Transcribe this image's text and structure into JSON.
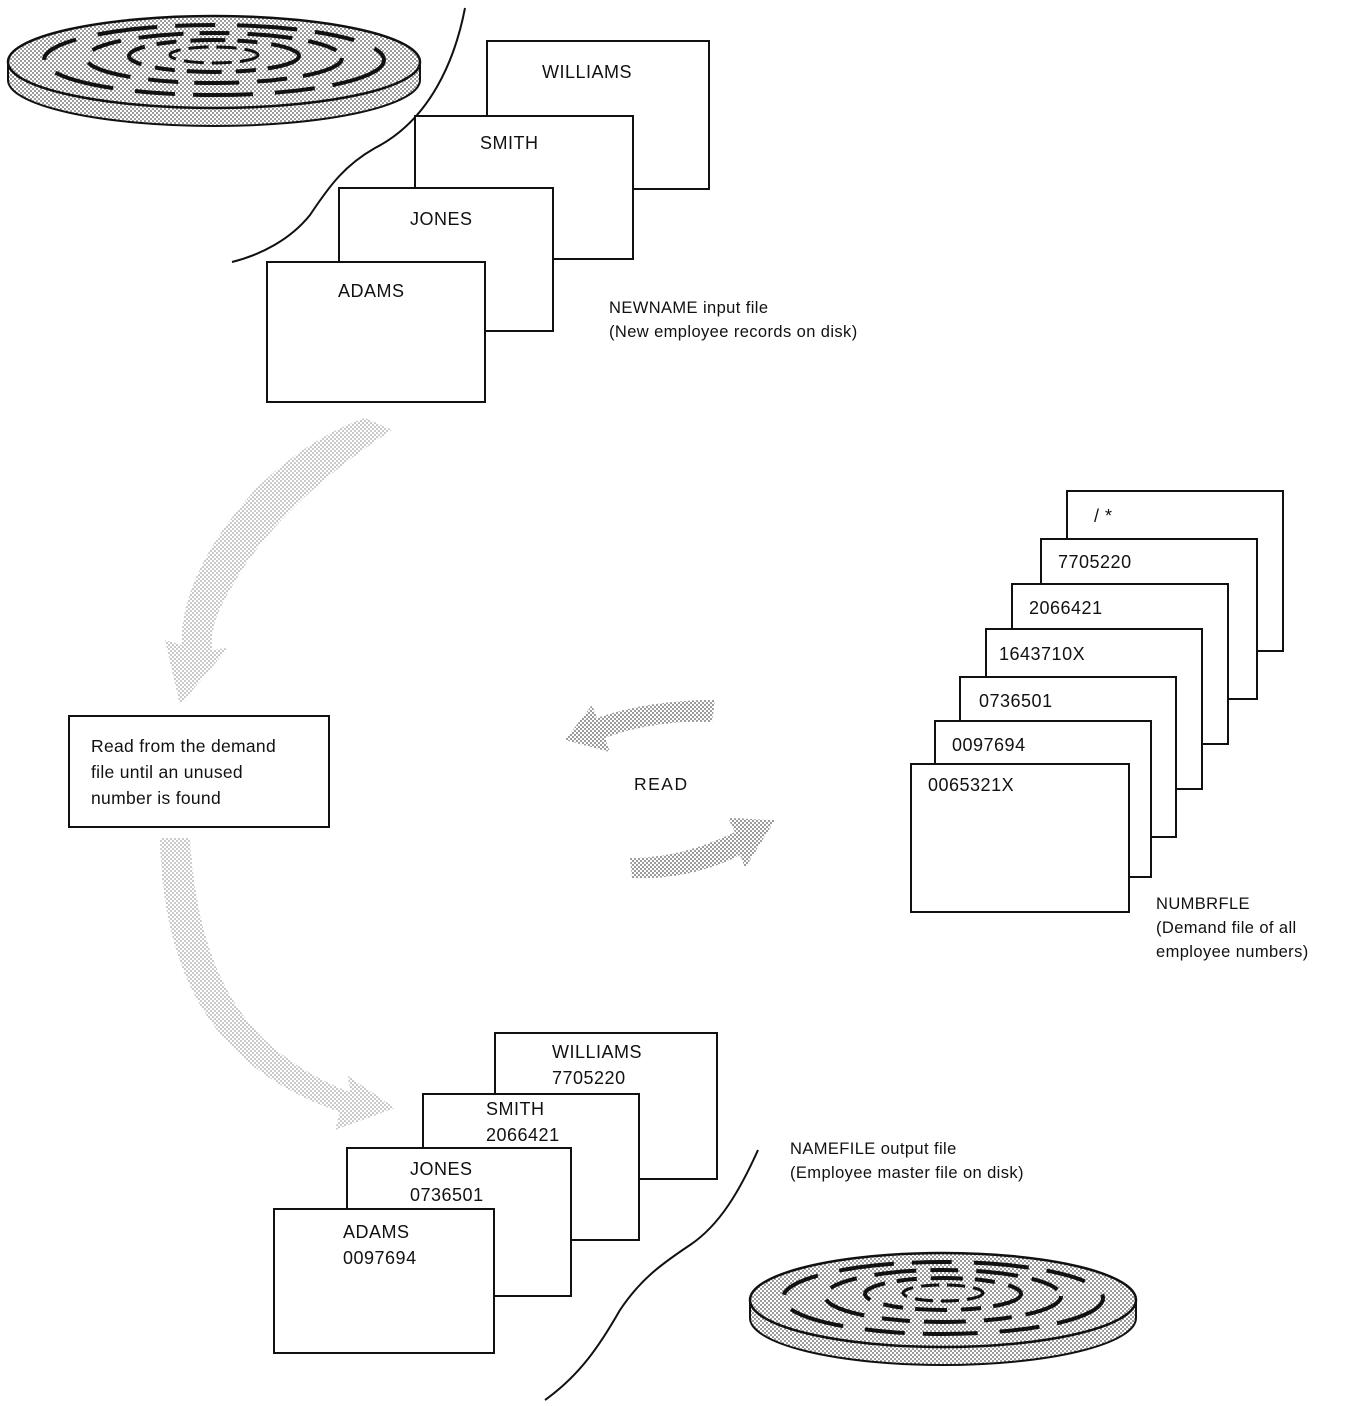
{
  "newname_cards": [
    "WILLIAMS",
    "SMITH",
    "JONES",
    "ADAMS"
  ],
  "newname_label": [
    "NEWNAME input file",
    "(New employee records on disk)"
  ],
  "process_box": [
    "Read from the demand",
    "file until an unused",
    "number is found"
  ],
  "read_label": "READ",
  "numbrfle_cards": [
    "/ *",
    "7705220",
    "2066421",
    "1643710X",
    "0736501",
    "0097694",
    "0065321X"
  ],
  "numbrfle_label": [
    "NUMBRFLE",
    "(Demand file of all",
    "employee numbers)"
  ],
  "namefile_cards": [
    {
      "name": "WILLIAMS",
      "number": "7705220"
    },
    {
      "name": "SMITH",
      "number": "2066421"
    },
    {
      "name": "JONES",
      "number": "0736501"
    },
    {
      "name": "ADAMS",
      "number": "0097694"
    }
  ],
  "namefile_label": [
    "NAMEFILE output file",
    "(Employee master file on disk)"
  ],
  "colors": {
    "ink": "#111111",
    "arrow_shade": "#b8b8b8",
    "disk_shade": "#c9c9c9"
  },
  "icons": [
    "disk-pack-icon",
    "disk-pack-icon"
  ]
}
